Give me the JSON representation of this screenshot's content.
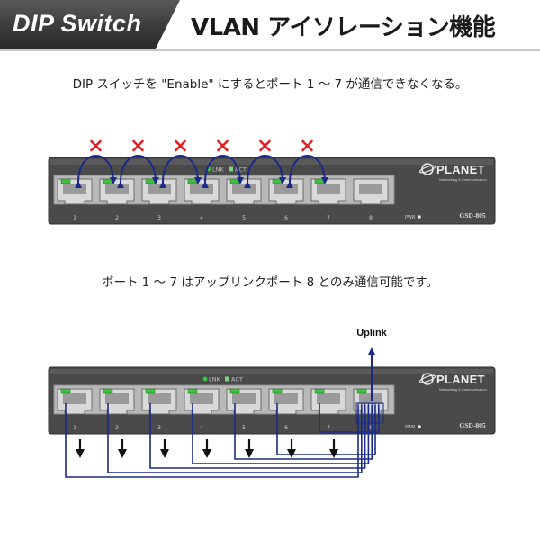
{
  "header": {
    "left_title": "DIP Switch",
    "right_title": "VLAN アイソレーション機能"
  },
  "captions": {
    "enable_note": "DIP スイッチを \"Enable\" にするとポート 1 ～ 7 が通信できなくなる。",
    "uplink_note": "ポート 1 ～ 7 はアップリンクポート 8 とのみ通信可能です。"
  },
  "device": {
    "brand": "PLANET",
    "tagline": "Networking & Communication",
    "model": "GSD-805",
    "led_label_link": "LNK",
    "led_label_act": "ACT",
    "pwr_label": "PWR",
    "port_numbers": [
      "1",
      "2",
      "3",
      "4",
      "5",
      "6",
      "7",
      "8"
    ]
  },
  "uplink_label": "Uplink",
  "colors": {
    "chassis": "#4a4a4a",
    "port_panel": "#b9b9b9",
    "led_green": "#3fbf3f",
    "arrow_blue": "#1a2a8a",
    "cross_red": "#e02020"
  }
}
